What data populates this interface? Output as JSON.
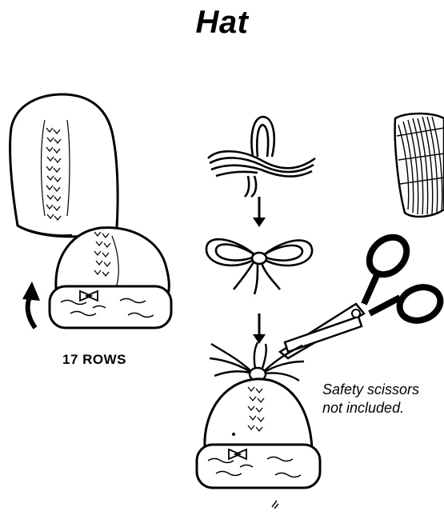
{
  "title": "Hat",
  "rows_label": "17 ROWS",
  "caption": {
    "line1": "Safety scissors",
    "line2": "not included."
  },
  "icons": [
    "hat-tall-unrolled",
    "hat-rolled-brim",
    "curved-arrow",
    "yarn-loop",
    "yarn-bow",
    "down-arrow",
    "scissors",
    "yarn-pompom",
    "hat-with-pompom",
    "yarn-skein"
  ],
  "colors": {
    "ink": "#000000",
    "paper": "#ffffff"
  }
}
